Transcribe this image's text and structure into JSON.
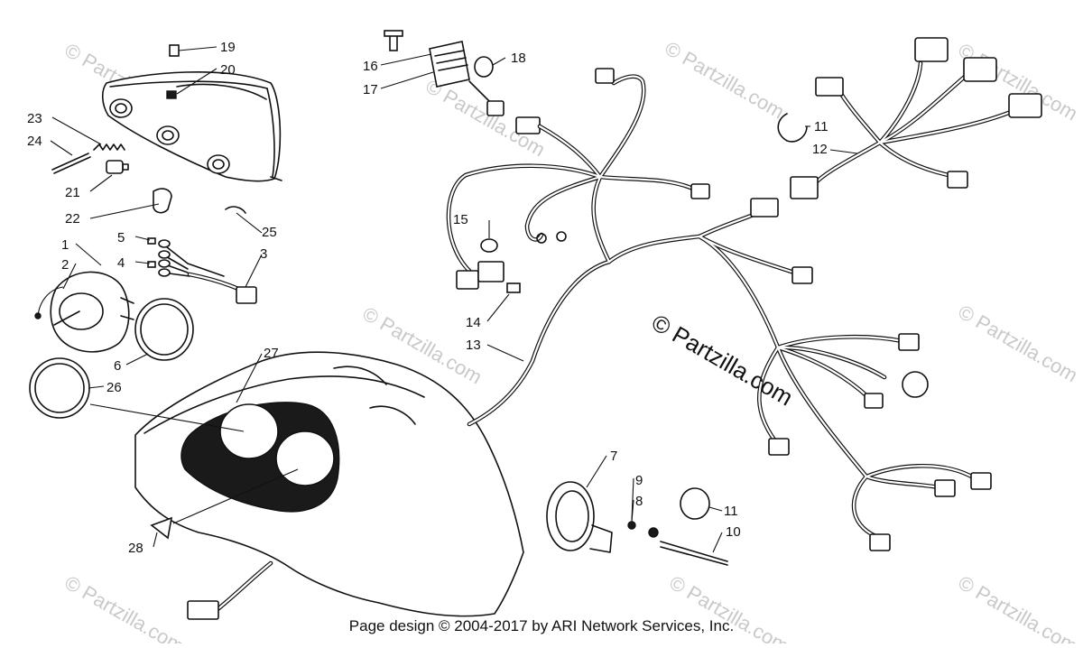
{
  "watermark": "© Partzilla.com",
  "brand_watermark": "© Partzilla.com",
  "footer": "Page design © 2004-2017 by ARI Network Services, Inc.",
  "callouts": [
    {
      "id": "c1",
      "text": "1"
    },
    {
      "id": "c2",
      "text": "2"
    },
    {
      "id": "c3",
      "text": "3"
    },
    {
      "id": "c4",
      "text": "4"
    },
    {
      "id": "c5",
      "text": "5"
    },
    {
      "id": "c6",
      "text": "6"
    },
    {
      "id": "c7",
      "text": "7"
    },
    {
      "id": "c8",
      "text": "8"
    },
    {
      "id": "c9",
      "text": "9"
    },
    {
      "id": "c10",
      "text": "10"
    },
    {
      "id": "c11a",
      "text": "11"
    },
    {
      "id": "c11b",
      "text": "11"
    },
    {
      "id": "c12",
      "text": "12"
    },
    {
      "id": "c13",
      "text": "13"
    },
    {
      "id": "c14",
      "text": "14"
    },
    {
      "id": "c15",
      "text": "15"
    },
    {
      "id": "c16",
      "text": "16"
    },
    {
      "id": "c17",
      "text": "17"
    },
    {
      "id": "c18",
      "text": "18"
    },
    {
      "id": "c19",
      "text": "19"
    },
    {
      "id": "c20",
      "text": "20"
    },
    {
      "id": "c21",
      "text": "21"
    },
    {
      "id": "c22",
      "text": "22"
    },
    {
      "id": "c23",
      "text": "23"
    },
    {
      "id": "c24",
      "text": "24"
    },
    {
      "id": "c25",
      "text": "25"
    },
    {
      "id": "c26",
      "text": "26"
    },
    {
      "id": "c27",
      "text": "27"
    },
    {
      "id": "c28",
      "text": "28"
    }
  ]
}
